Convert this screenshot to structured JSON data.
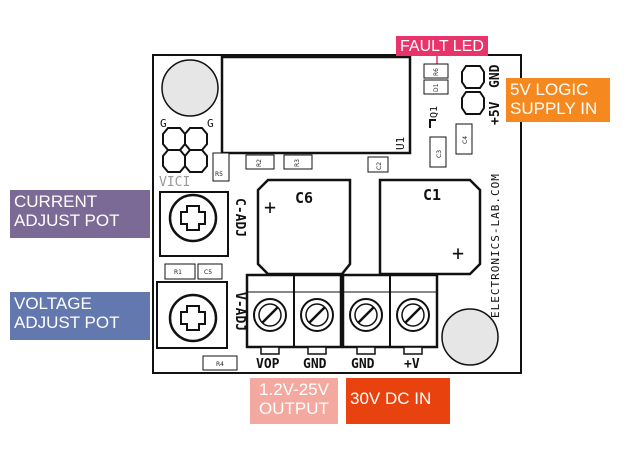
{
  "colors": {
    "fault_led": "#e8336b",
    "logic_supply": "#f5891f",
    "current_pot": "#7b6a96",
    "voltage_pot": "#6478b0",
    "output": "#f3a9a0",
    "dc_in": "#e8420f"
  },
  "callouts": {
    "fault_led": "FAULT LED",
    "logic_supply": [
      "5V LOGIC",
      "SUPPLY IN"
    ],
    "current_pot": [
      "CURRENT",
      "ADJUST POT"
    ],
    "voltage_pot": [
      "VOLTAGE",
      "ADJUST POT"
    ],
    "output": [
      "1.2V-25V",
      "OUTPUT"
    ],
    "dc_in": "30V DC IN"
  },
  "board": {
    "website": "ELECTRONICS-LAB.COM",
    "ic_label": "U1",
    "header_labels": {
      "gnd": "GND",
      "plus5v": "+5V"
    },
    "pads_g": [
      "G",
      "G"
    ],
    "vici": "VICI",
    "pot_labels": {
      "current": "C-ADJ",
      "voltage": "V-ADJ"
    },
    "capacitors": {
      "c6": "C6",
      "c1": "C1",
      "c6_polarity": "+",
      "c1_polarity": "+"
    },
    "terminals": [
      "VOP",
      "GND",
      "GND",
      "+V"
    ],
    "components": {
      "r6": "R6",
      "d1": "D1",
      "q1": "Q1",
      "c3": "C3",
      "c4": "C4",
      "r2": "R2",
      "r3": "R3",
      "r5": "R5",
      "c2": "C2",
      "r1": "R1",
      "c5": "C5",
      "r4": "R4"
    }
  }
}
